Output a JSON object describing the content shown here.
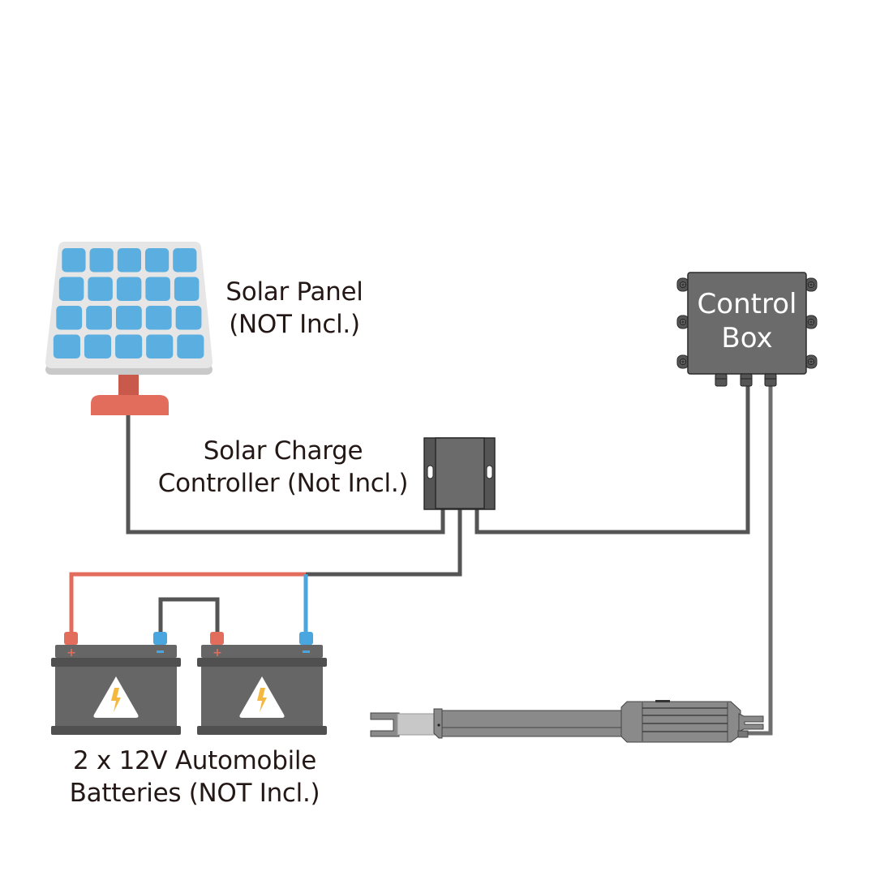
{
  "title": "Solar-powered gate opener wiring diagram",
  "components": {
    "solar_panel": {
      "label_line1": "Solar Panel",
      "label_line2": "(NOT Incl.)",
      "cell_rows": 4,
      "cell_cols": 5
    },
    "charge_controller": {
      "label_line1": "Solar Charge",
      "label_line2": "Controller (Not Incl.)"
    },
    "control_box": {
      "label_line1": "Control",
      "label_line2": "Box",
      "cable_glands": 3
    },
    "batteries": {
      "label_line1": "2 x 12V Automobile",
      "label_line2": "Batteries (NOT Incl.)",
      "count": 2,
      "positive_symbol": "+",
      "negative_symbol": "−",
      "warning_icon": "high-voltage-warning-icon"
    },
    "actuator": {
      "name": "gate-opener-arm"
    }
  },
  "colors": {
    "panel_frame": "#e6e6e6",
    "panel_frame_shadow": "#c8c8c8",
    "panel_cell": "#5aaee0",
    "panel_stand": "#e26d5c",
    "panel_stand_dark": "#c9594a",
    "wire_dark": "#555555",
    "wire_positive": "#e26d5c",
    "wire_negative": "#4aa6de",
    "device_gray": "#6b6b6b",
    "device_dark": "#555555",
    "device_outline": "#2a2a2a",
    "battery_body": "#666666",
    "battery_band": "#505050",
    "warning_triangle": "#ffffff",
    "warning_bolt": "#f4b73f",
    "actuator_body": "#8a8a8a",
    "actuator_rod": "#c8c8c8",
    "text": "#231815"
  }
}
